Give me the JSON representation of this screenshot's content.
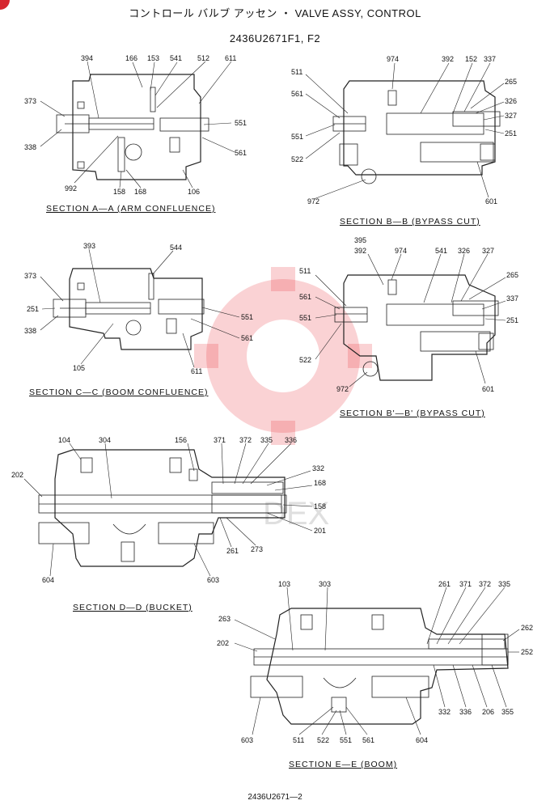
{
  "header": {
    "title": "コントロール バルブ アッセン ・ VALVE ASSY, CONTROL",
    "doc_number": "2436U2671F1, F2"
  },
  "sections": {
    "aa": {
      "caption": "SECTION A—A (ARM CONFLUENCE)",
      "labels": [
        "394",
        "166",
        "153",
        "541",
        "512",
        "611",
        "373",
        "551",
        "338",
        "561",
        "992",
        "158",
        "168",
        "106"
      ]
    },
    "bb": {
      "caption": "SECTION B—B (BYPASS CUT)",
      "labels": [
        "974",
        "392",
        "152",
        "337",
        "511",
        "265",
        "561",
        "326",
        "327",
        "551",
        "251",
        "522",
        "972",
        "601"
      ]
    },
    "cc": {
      "caption": "SECTION C—C (BOOM CONFLUENCE)",
      "labels": [
        "393",
        "544",
        "373",
        "251",
        "551",
        "338",
        "561",
        "105",
        "611"
      ]
    },
    "bpbp": {
      "caption": "SECTION B'—B' (BYPASS CUT)",
      "labels": [
        "395",
        "392",
        "974",
        "541",
        "326",
        "327",
        "511",
        "265",
        "561",
        "337",
        "551",
        "251",
        "522",
        "972",
        "601"
      ]
    },
    "dd": {
      "caption": "SECTION D—D (BUCKET)",
      "labels": [
        "104",
        "304",
        "156",
        "371",
        "372",
        "335",
        "336",
        "202",
        "332",
        "168",
        "158",
        "201",
        "261",
        "273",
        "604",
        "603"
      ]
    },
    "ee": {
      "caption": "SECTION E—E (BOOM)",
      "labels": [
        "103",
        "303",
        "261",
        "371",
        "372",
        "335",
        "263",
        "262",
        "202",
        "252",
        "332",
        "336",
        "206",
        "355",
        "603",
        "511",
        "522",
        "551",
        "561",
        "604"
      ]
    }
  },
  "footer": {
    "text": "2436U2671—2"
  },
  "watermark": {
    "text": "DEX",
    "color": "#e8323a"
  }
}
